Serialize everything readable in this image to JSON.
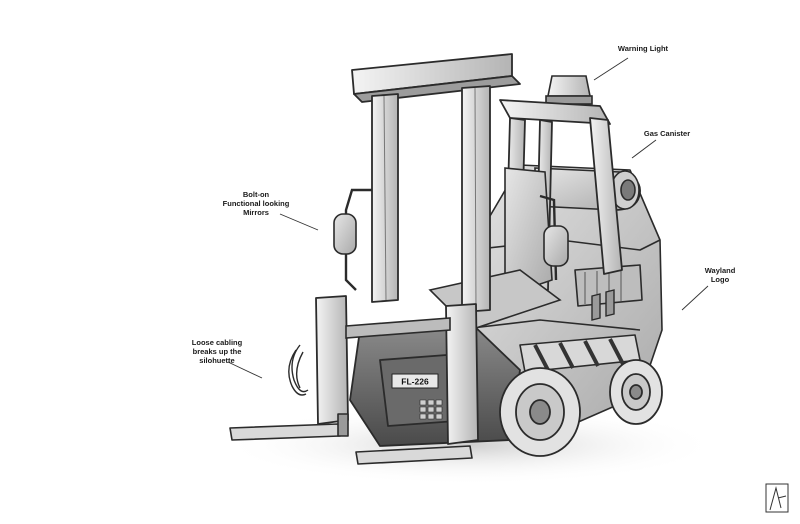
{
  "callouts": {
    "warning_light": "Warning Light",
    "gas_canister": "Gas Canister",
    "mirrors": [
      "Bolt-on",
      "Functional looking",
      "Mirrors"
    ],
    "logo": [
      "Wayland",
      "Logo"
    ],
    "cabling": [
      "Loose cabling",
      "breaks up the",
      "silohuette"
    ]
  },
  "vehicle": {
    "plate": "FL-226"
  }
}
